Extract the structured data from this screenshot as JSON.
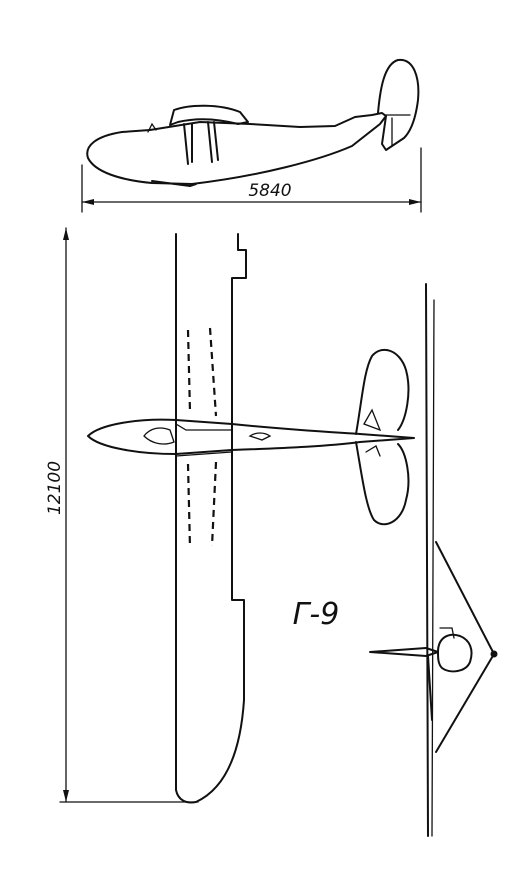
{
  "drawing": {
    "model_label": "Г-9",
    "dimensions": {
      "length": "5840",
      "wingspan": "12100"
    }
  }
}
